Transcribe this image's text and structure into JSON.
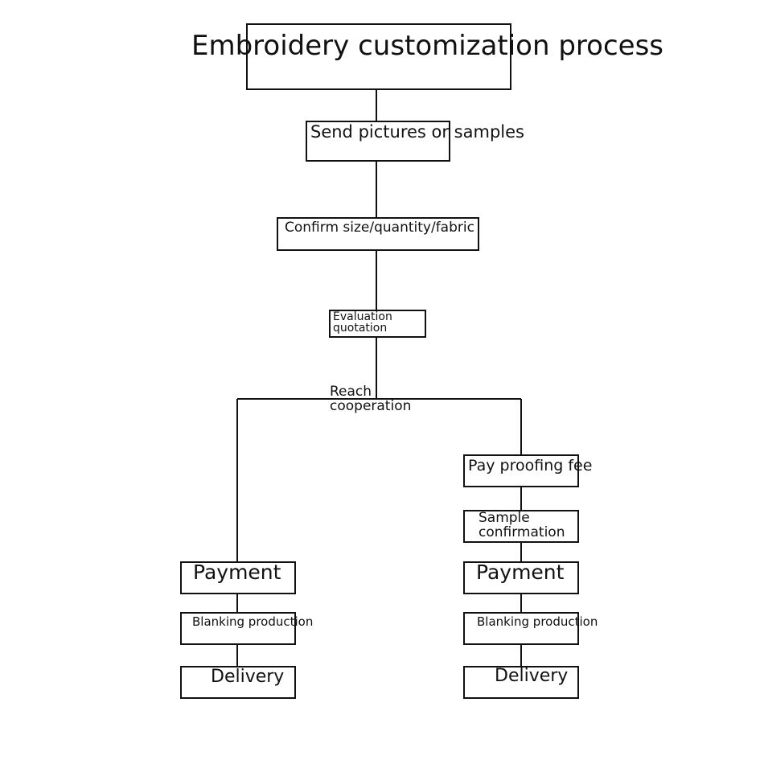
{
  "diagram": {
    "title": "Embroidery customization process",
    "steps": {
      "send": "Send pictures or samples",
      "confirm": "Confirm size/quantity/fabric",
      "evaluation": "Evaluation quotation",
      "reach": "Reach cooperation"
    },
    "left_branch": {
      "payment": "Payment",
      "blanking": "Blanking production",
      "delivery": "Delivery"
    },
    "right_branch": {
      "proofing": "Pay proofing fee",
      "sample": "Sample confirmation",
      "payment": "Payment",
      "blanking": "Blanking production",
      "delivery": "Delivery"
    }
  }
}
